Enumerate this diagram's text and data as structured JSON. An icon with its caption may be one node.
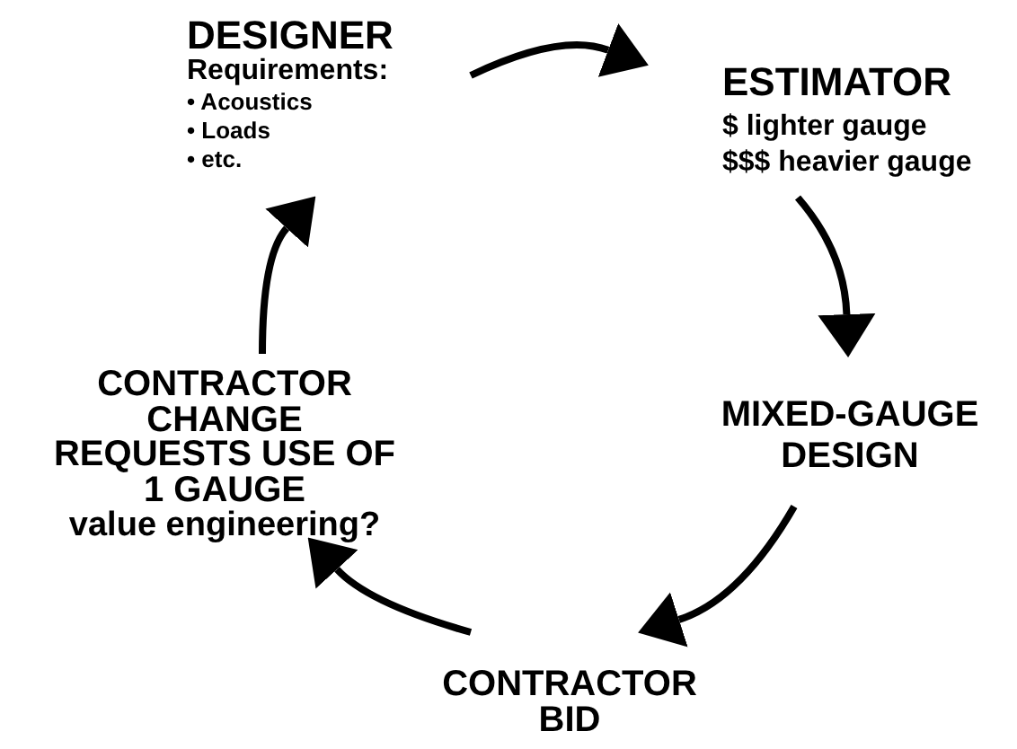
{
  "diagram": {
    "nodes": [
      {
        "text": [
          "DESIGNER",
          "Requirements:",
          "• Acoustics",
          "• Loads",
          "• etc."
        ]
      },
      {
        "text": [
          "ESTIMATOR",
          "$ lighter gauge",
          "$$$ heavier gauge"
        ]
      },
      {
        "text": [
          "MIXED-GAUGE DESIGN"
        ]
      },
      {
        "text": [
          "CONTRACTOR BID"
        ]
      },
      {
        "text": [
          "CONTRACTOR CHANGE REQUESTS USE OF 1 GAUGE",
          "value engineering?"
        ]
      }
    ],
    "edges": [
      {
        "from": 0,
        "to": 1,
        "arrow": "to"
      },
      {
        "from": 1,
        "to": 2,
        "arrow": "to"
      },
      {
        "from": 2,
        "to": 3,
        "arrow": "to"
      },
      {
        "from": 3,
        "to": 4,
        "arrow": "to"
      },
      {
        "from": 4,
        "to": 0,
        "arrow": "to"
      }
    ]
  }
}
